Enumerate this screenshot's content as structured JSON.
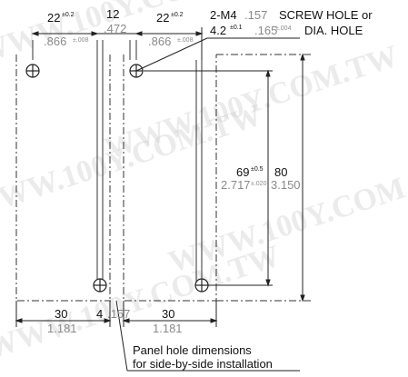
{
  "drawing": {
    "top_left_dim": {
      "mm": "22",
      "mm_tol": "±0.2",
      "in": ".866",
      "in_tol": "±.008"
    },
    "top_center_dim": {
      "mm": "12",
      "in": ".472"
    },
    "top_right_dim": {
      "mm": "22",
      "mm_tol": "±0.2",
      "in": ".866",
      "in_tol": "±.008"
    },
    "hole_note_line1": {
      "text": "2-M4",
      "in": ".157",
      "suffix": "SCREW HOLE or"
    },
    "hole_note_line2": {
      "mm": "4.2",
      "mm_tol": "±0.1",
      "in": ".165",
      "in_tol": "±.004",
      "suffix": "DIA. HOLE"
    },
    "pitch_dim": {
      "mm": "69",
      "mm_tol": "±0.5",
      "in": "2.717",
      "in_tol": "±.020"
    },
    "height_dim": {
      "mm": "80",
      "in": "3.150"
    },
    "bottom_left_dim": {
      "mm": "30",
      "in": "1.181"
    },
    "bottom_gap_dim": {
      "mm": "4",
      "in": ".157"
    },
    "bottom_right_dim": {
      "mm": "30",
      "in": "1.181"
    },
    "panel_note": [
      "Panel hole dimensions",
      "for side-by-side installation"
    ]
  },
  "watermark": "WWW.100Y.COM.TW"
}
